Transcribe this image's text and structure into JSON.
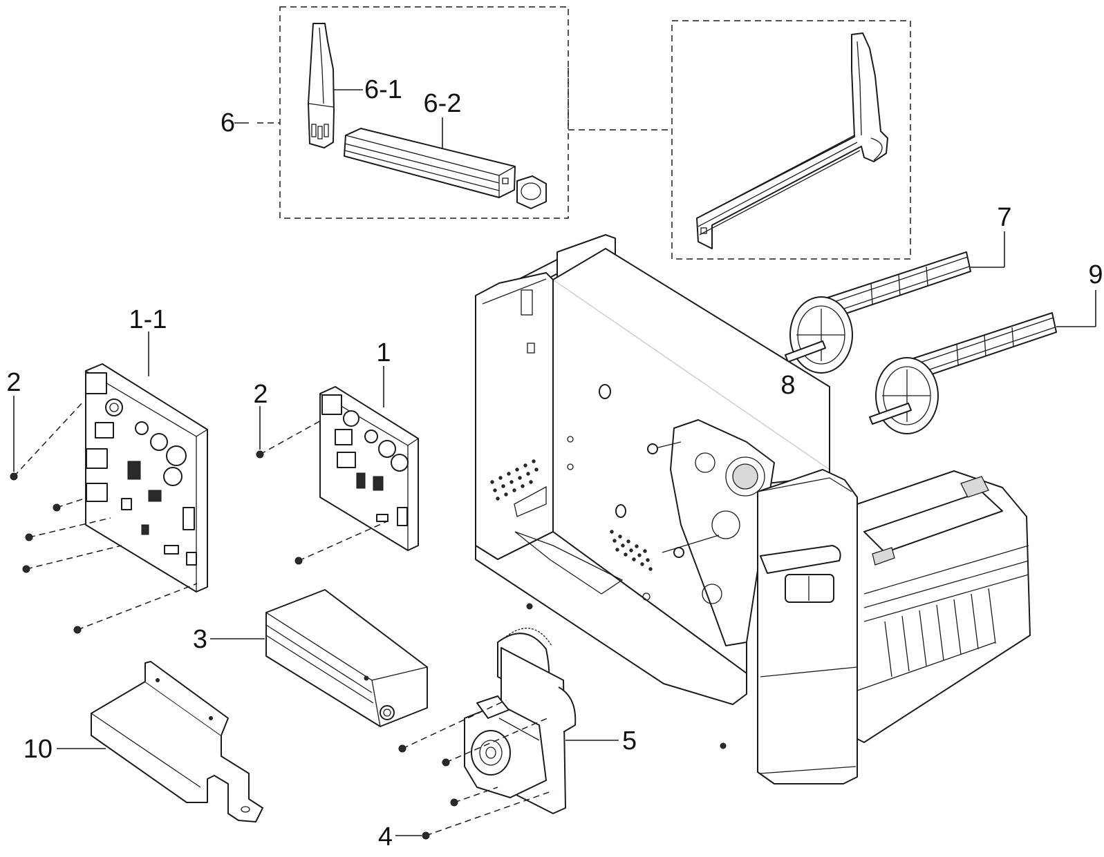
{
  "labels": {
    "l1_1": "1-1",
    "l1": "1",
    "l2a": "2",
    "l2b": "2",
    "l3": "3",
    "l4": "4",
    "l5": "5",
    "l6": "6",
    "l6_1": "6-1",
    "l6_2": "6-2",
    "l7": "7",
    "l8": "8",
    "l9": "9",
    "l10": "10"
  }
}
